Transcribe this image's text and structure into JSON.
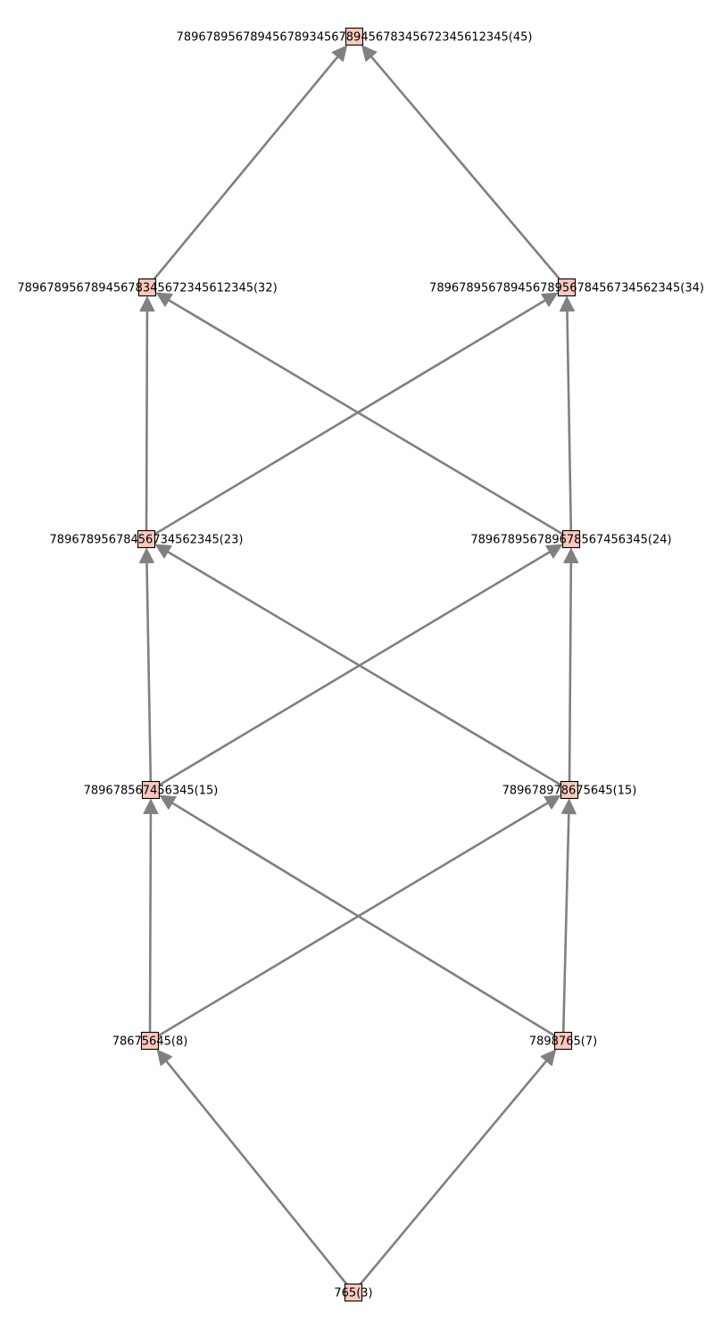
{
  "diagram": {
    "nodes": [
      {
        "id": "n0",
        "label": "765(3)"
      },
      {
        "id": "n1",
        "label": "78675645(8)"
      },
      {
        "id": "n2",
        "label": "7898765(7)"
      },
      {
        "id": "n3",
        "label": "789678567456345(15)"
      },
      {
        "id": "n4",
        "label": "789678978675645(15)"
      },
      {
        "id": "n5",
        "label": "789678956784567345623​45(23)"
      },
      {
        "id": "n6",
        "label": "78967895678967856745634​5(24)"
      },
      {
        "id": "n7",
        "label": "78967895678945678345672345612345(32)"
      },
      {
        "id": "n8",
        "label": "789678956789456789567845673456234​5(34)"
      },
      {
        "id": "n9",
        "label": "789678956789456789345678945678345672345612345(45)"
      }
    ],
    "edges": [
      {
        "from": "n0",
        "to": "n1"
      },
      {
        "from": "n0",
        "to": "n2"
      },
      {
        "from": "n1",
        "to": "n3"
      },
      {
        "from": "n1",
        "to": "n4"
      },
      {
        "from": "n2",
        "to": "n3"
      },
      {
        "from": "n2",
        "to": "n4"
      },
      {
        "from": "n3",
        "to": "n5"
      },
      {
        "from": "n3",
        "to": "n6"
      },
      {
        "from": "n4",
        "to": "n5"
      },
      {
        "from": "n4",
        "to": "n6"
      },
      {
        "from": "n5",
        "to": "n7"
      },
      {
        "from": "n5",
        "to": "n8"
      },
      {
        "from": "n6",
        "to": "n7"
      },
      {
        "from": "n6",
        "to": "n8"
      },
      {
        "from": "n7",
        "to": "n9"
      },
      {
        "from": "n8",
        "to": "n9"
      }
    ],
    "colors": {
      "edge": "#808080",
      "node_fill": "#fcc8bc",
      "node_stroke": "#000000",
      "label": "#000000"
    }
  }
}
